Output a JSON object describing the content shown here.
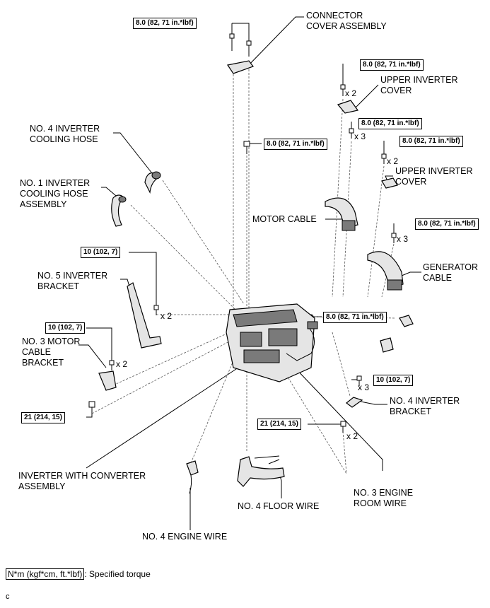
{
  "parts": {
    "connector_cover": "CONNECTOR\nCOVER ASSEMBLY",
    "upper_inverter_cover_1": "UPPER INVERTER\nCOVER",
    "no4_inverter_cooling_hose": "NO. 4 INVERTER\nCOOLING HOSE",
    "upper_inverter_cover_2": "UPPER INVERTER\nCOVER",
    "no1_inverter_cooling_hose": "NO. 1 INVERTER\nCOOLING HOSE\nASSEMBLY",
    "motor_cable": "MOTOR CABLE",
    "generator_cable": "GENERATOR\nCABLE",
    "no5_inverter_bracket": "NO. 5 INVERTER\nBRACKET",
    "no3_motor_cable_bracket": "NO. 3 MOTOR\nCABLE\nBRACKET",
    "no4_inverter_bracket": "NO. 4 INVERTER\nBRACKET",
    "inverter_with_converter": "INVERTER WITH CONVERTER\nASSEMBLY",
    "no3_engine_room_wire": "NO. 3 ENGINE\nROOM WIRE",
    "no4_floor_wire": "NO. 4 FLOOR WIRE",
    "no4_engine_wire": "NO. 4 ENGINE WIRE"
  },
  "torques": {
    "t8": "8.0 (82, 71 in.*lbf)",
    "t10": "10 (102, 7)",
    "t21": "21 (214, 15)"
  },
  "quantities": {
    "x2": "x 2",
    "x3": "x 3"
  },
  "legend": {
    "unit": "N*m (kgf*cm, ft.*lbf)",
    "desc": ": Specified torque"
  },
  "corner_mark": "c"
}
